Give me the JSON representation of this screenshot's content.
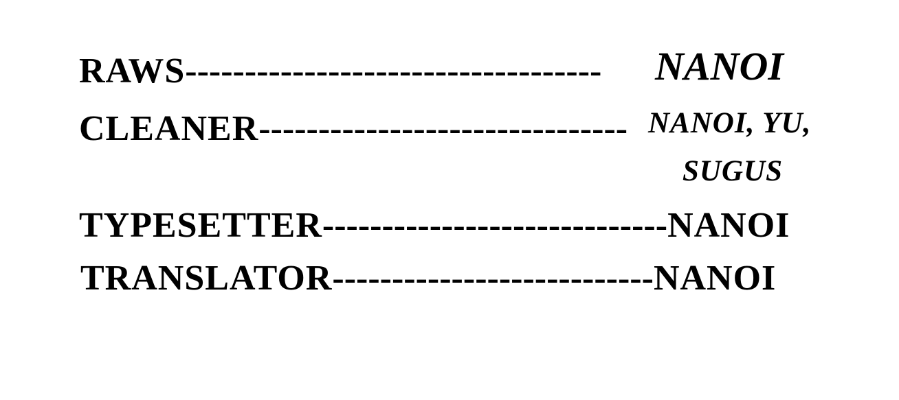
{
  "credits": [
    {
      "role": "RAWS",
      "dashes": "-----------------------------------",
      "name": "NANOI"
    },
    {
      "role": "CLEANER",
      "dashes": "-------------------------------",
      "name_line1": "NANOI, YU,",
      "name_line2": "SUGUS"
    },
    {
      "role": "TYPESETTER",
      "dashes": "-----------------------------",
      "name": "NANOI"
    },
    {
      "role": "TRANSLATOR",
      "dashes": "---------------------------",
      "name": "NANOI"
    }
  ]
}
